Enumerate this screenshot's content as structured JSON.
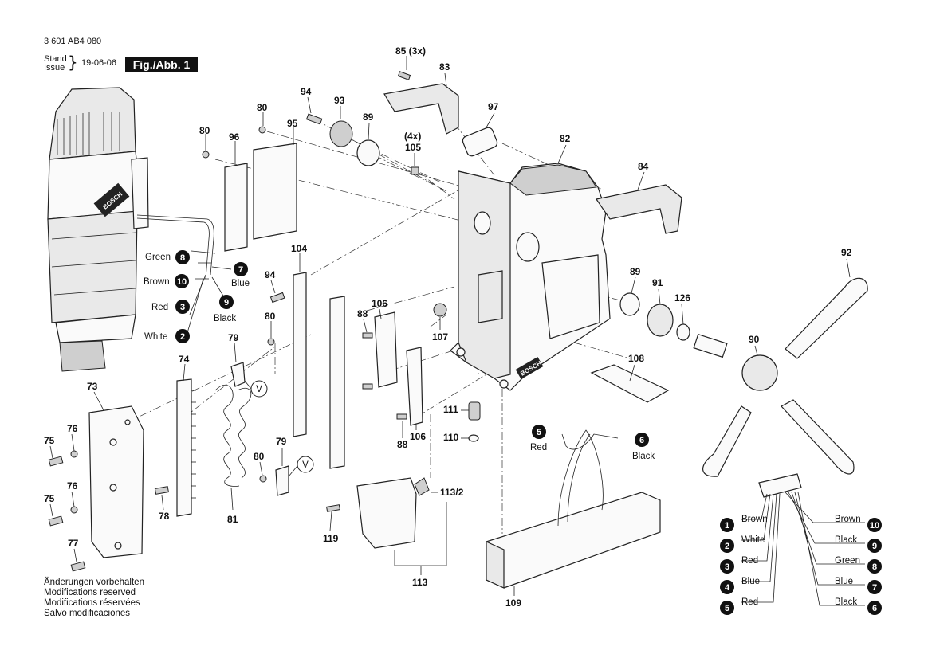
{
  "header": {
    "part_number": "3 601 AB4 080",
    "stand_label": "Stand",
    "issue_label": "Issue",
    "date": "19-06-06",
    "figure_label": "Fig./Abb. 1"
  },
  "notes": [
    "Änderungen vorbehalten",
    "Modifications reserved",
    "Modifications réservées",
    "Salvo modificaciones"
  ],
  "parts": {
    "p73": "73",
    "p74": "74",
    "p75a": "75",
    "p75b": "75",
    "p76a": "76",
    "p76b": "76",
    "p77": "77",
    "p78": "78",
    "p79a": "79",
    "p79b": "79",
    "p80a": "80",
    "p80b": "80",
    "p80c": "80",
    "p80d": "80",
    "p81": "81",
    "p82": "82",
    "p83": "83",
    "p84": "84",
    "p85": "85 (3x)",
    "p88a": "88",
    "p88b": "88",
    "p89a": "89",
    "p89b": "89",
    "p90": "90",
    "p91": "91",
    "p92": "92",
    "p93": "93",
    "p94a": "94",
    "p94b": "94",
    "p95": "95",
    "p96": "96",
    "p97": "97",
    "p104": "104",
    "p4x": "(4x)",
    "p105": "105",
    "p106a": "106",
    "p106b": "106",
    "p107": "107",
    "p108": "108",
    "p109": "109",
    "p110": "110",
    "p111": "111",
    "p113": "113",
    "p1132": "113/2",
    "p119": "119",
    "p126": "126",
    "V1": "V",
    "V2": "V"
  },
  "motor_wires": [
    {
      "num": "8",
      "label": "Green"
    },
    {
      "num": "10",
      "label": "Brown"
    },
    {
      "num": "3",
      "label": "Red"
    },
    {
      "num": "2",
      "label": "White"
    },
    {
      "num": "7",
      "label": "Blue"
    },
    {
      "num": "9",
      "label": "Black"
    }
  ],
  "magnet_wires": [
    {
      "num": "5",
      "label": "Red"
    },
    {
      "num": "6",
      "label": "Black"
    }
  ],
  "connector_wires_left": [
    {
      "num": "1",
      "label": "Brown"
    },
    {
      "num": "2",
      "label": "White"
    },
    {
      "num": "3",
      "label": "Red"
    },
    {
      "num": "4",
      "label": "Blue"
    },
    {
      "num": "5",
      "label": "Red"
    }
  ],
  "connector_wires_right": [
    {
      "num": "10",
      "label": "Brown"
    },
    {
      "num": "9",
      "label": "Black"
    },
    {
      "num": "8",
      "label": "Green"
    },
    {
      "num": "7",
      "label": "Blue"
    },
    {
      "num": "6",
      "label": "Black"
    }
  ],
  "brand_mark": "BOSCH"
}
